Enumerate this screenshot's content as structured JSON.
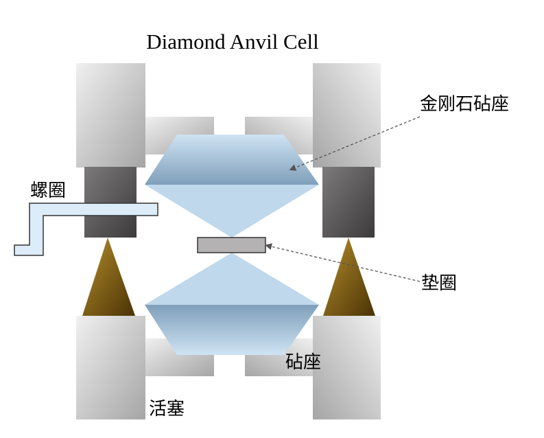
{
  "title": "Diamond Anvil Cell",
  "labels": {
    "diamond_seat": "金刚石砧座",
    "screw_ring": "螺圈",
    "gasket": "垫圈",
    "anvil_seat": "砧座",
    "piston": "活塞"
  },
  "colors": {
    "background": "#ffffff",
    "frame_light": "#e8e8e8",
    "frame_dark": "#a9a9a9",
    "screw_block_light": "#7a7878",
    "screw_block_dark": "#3e3c3c",
    "diamond_light": "#c4dcef",
    "diamond_dark": "#7d9db8",
    "spike_light": "#b08a2a",
    "spike_dark": "#4e3506",
    "gasket": "#b4b2b2",
    "screw_ring": "#dcecf8",
    "leader_line": "#555555"
  },
  "icons": {
    "leader_arrowhead": "triangle-arrowhead-icon"
  }
}
